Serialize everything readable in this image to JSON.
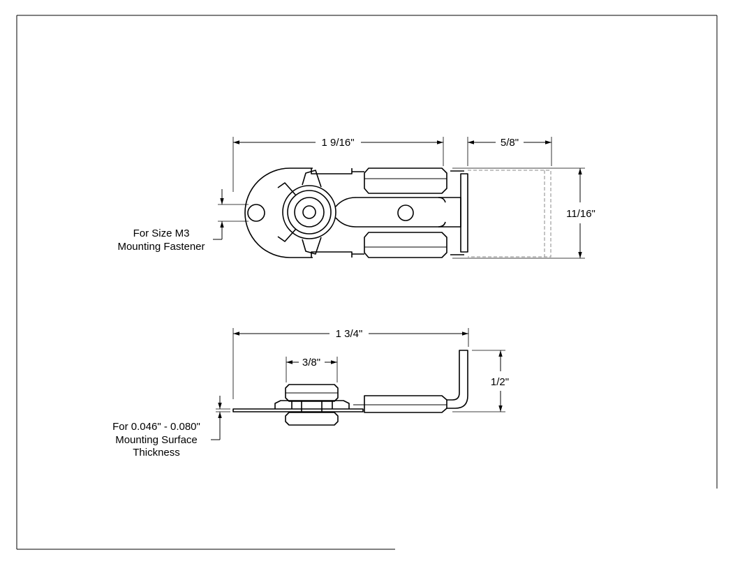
{
  "top_view": {
    "dims": {
      "overall_length": "1 9/16\"",
      "hook_length": "5/8\"",
      "height": "11/16\""
    },
    "note": [
      "For Size M3",
      "Mounting Fastener"
    ]
  },
  "side_view": {
    "dims": {
      "overall_length": "1 3/4\"",
      "knob_width": "3/8\"",
      "hook_height": "1/2\""
    },
    "note": [
      "For 0.046\" - 0.080\"",
      "Mounting Surface",
      "Thickness"
    ]
  }
}
